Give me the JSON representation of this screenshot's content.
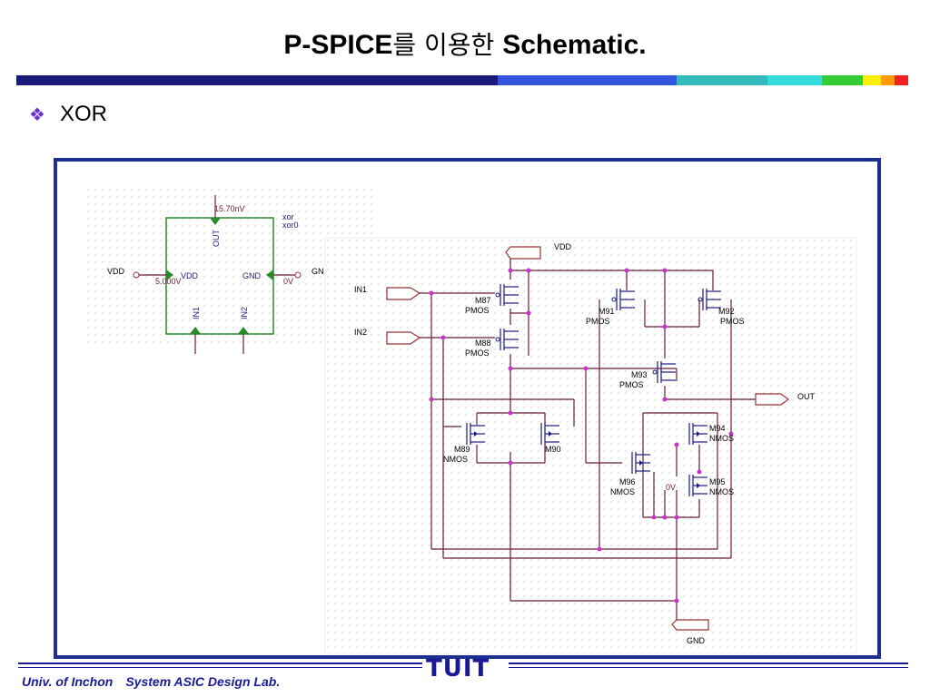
{
  "header": {
    "title_pre": "P-SPICE",
    "title_ko": "를 이용한 ",
    "title_post": "Schematic."
  },
  "section": {
    "bullet_symbol": "❖",
    "label": "XOR"
  },
  "schematic": {
    "symbol": {
      "probe_out": "15.70nV",
      "name": "xor",
      "instance": "xor0",
      "pin_out": "OUT",
      "pin_vdd": "VDD",
      "pin_gnd": "GND",
      "pin_in1": "IN1",
      "pin_in2": "IN2",
      "left_label": "VDD",
      "right_label": "GN",
      "probe_vdd": "5.000V",
      "probe_gnd": "0V"
    },
    "circuit": {
      "vdd": "VDD",
      "gnd": "GND",
      "in1": "IN1",
      "in2": "IN2",
      "out": "OUT",
      "probe_0v": "0V",
      "transistors": [
        {
          "name": "M87",
          "type": "PMOS"
        },
        {
          "name": "M88",
          "type": "PMOS"
        },
        {
          "name": "M91",
          "type": "PMOS"
        },
        {
          "name": "M92",
          "type": "PMOS"
        },
        {
          "name": "M93",
          "type": "PMOS"
        },
        {
          "name": "M89",
          "type": "NMOS"
        },
        {
          "name": "M90",
          "type": "NMOS"
        },
        {
          "name": "M94",
          "type": "NMOS"
        },
        {
          "name": "M95",
          "type": "NMOS"
        },
        {
          "name": "M96",
          "type": "NMOS"
        }
      ]
    }
  },
  "footer": {
    "university": "Univ. of Inchon",
    "lab": "System ASIC Design Lab.",
    "logo": "TUIT"
  },
  "colors": {
    "wire": "#6b1a3a",
    "device": "#1a1a80",
    "node": "#cc33cc",
    "pin": "#2a8a2a",
    "frame": "#1f2f8f",
    "port": "#993333"
  }
}
